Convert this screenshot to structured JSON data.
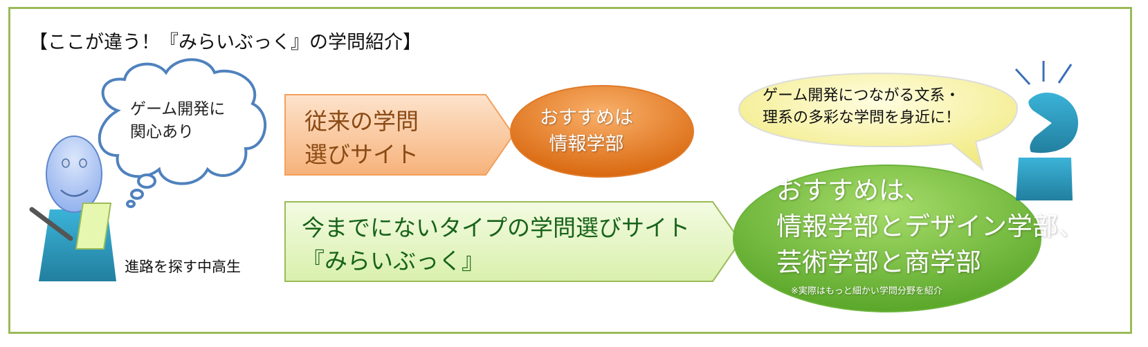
{
  "title": "【ここが違う！『みらいぶっく』の学問紹介】",
  "student": {
    "thought_line1": "ゲーム開発に",
    "thought_line2": "関心あり",
    "label": "進路を探す中高生"
  },
  "traditional": {
    "site_line1": "従来の学問",
    "site_line2": "選びサイト",
    "recommendation_line1": "おすすめは",
    "recommendation_line2": "情報学部"
  },
  "miraibook": {
    "site_line1": "今までにないタイプの学問選びサイト",
    "site_line2": "『みらいぶっく』",
    "speech_line1": "ゲーム開発につながる文系・",
    "speech_line2": "理系の多彩な学問を身近に！",
    "recommendation_line1": "おすすめは、",
    "recommendation_line2": "情報学部とデザイン学部、",
    "recommendation_line3": "芸術学部と商学部",
    "note": "※実際はもっと細かい学問分野を紹介"
  },
  "colors": {
    "frame": "#9bbb59",
    "orange": "#f08a2c",
    "green": "#7cc443",
    "figure": "#2f9fc4",
    "yellow": "#f7f3a0"
  }
}
